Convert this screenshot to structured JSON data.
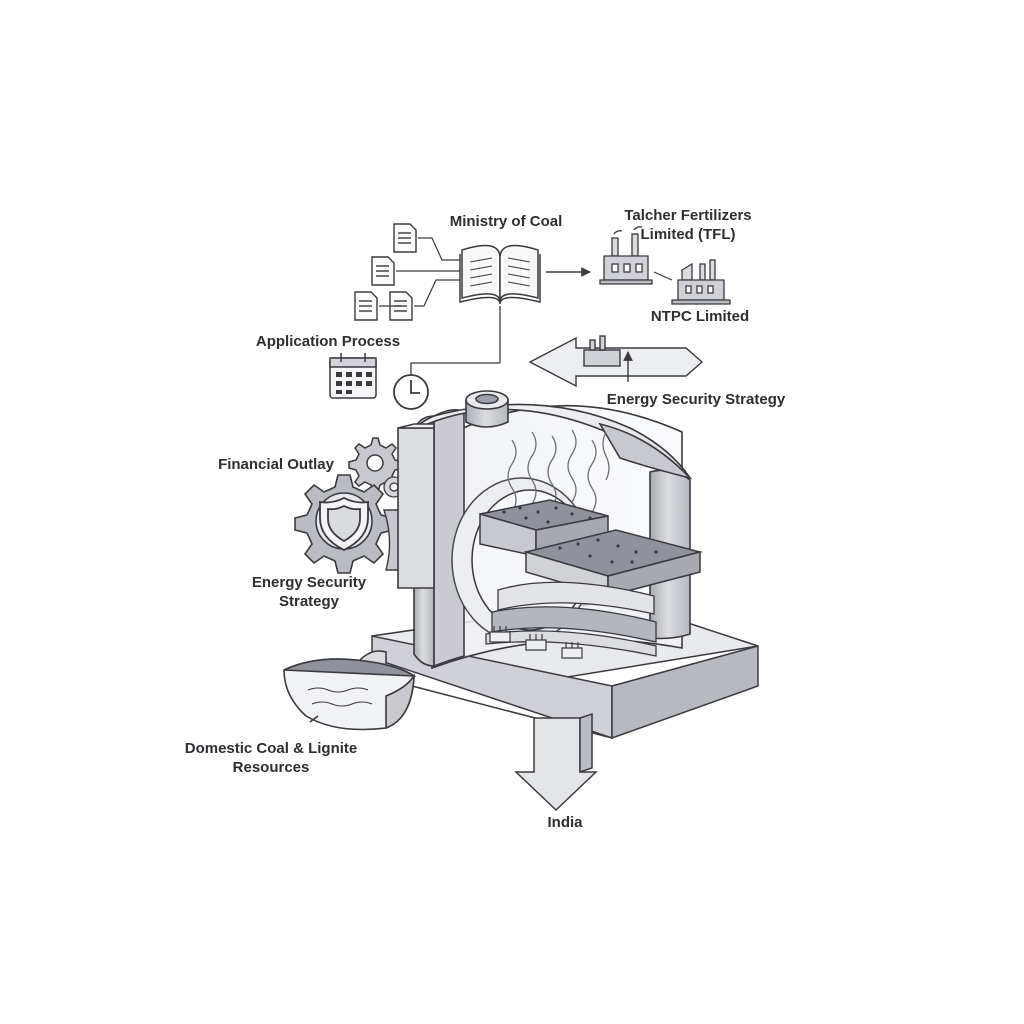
{
  "labels": {
    "ministry": "Ministry of Coal",
    "talcher_line1": "Talcher Fertilizers",
    "talcher_line2": "Limited (TFL)",
    "ntpc": "NTPC Limited",
    "application": "Application Process",
    "energy_top": "Energy Security Strategy",
    "financial": "Financial Outlay",
    "energy_left_line1": "Energy Security",
    "energy_left_line2": "Strategy",
    "domestic_line1": "Domestic Coal & Lignite",
    "domestic_line2": "Resources",
    "india": "India"
  },
  "icons": [
    "document-icon",
    "open-book-icon",
    "factory-icon",
    "calendar-icon",
    "clock-icon",
    "gear-icon",
    "shield-icon",
    "coal-bin-icon",
    "down-arrow-icon",
    "left-arrow-icon"
  ],
  "colors": {
    "line": "#3a3a40",
    "metal_light": "#e6e7eb",
    "metal_mid": "#c5c7cd",
    "metal_dark": "#9ea1a9",
    "text": "#2e2e33"
  }
}
